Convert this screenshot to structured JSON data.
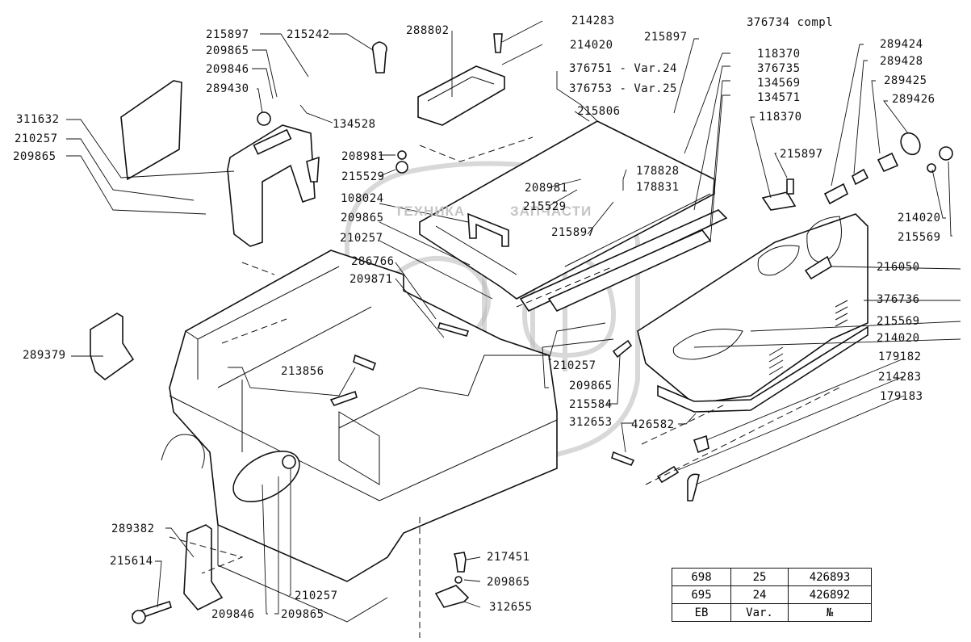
{
  "diagram": {
    "type": "exploded-parts-diagram",
    "watermark": {
      "text_left": "ТЕХНИКА",
      "text_right": "ЗАПЧАСТИ",
      "logo_letters": "ЭПФ"
    },
    "labels": {
      "l215897a": "215897",
      "l215242": "215242",
      "l209865a": "209865",
      "l209846a": "209846",
      "l289430": "289430",
      "l134528": "134528",
      "l311632": "311632",
      "l210257a": "210257",
      "l209865b": "209865",
      "l288802": "288802",
      "l214283a": "214283",
      "l214020a": "214020",
      "l376751": "376751 - Var.24",
      "l376753": "376753 - Var.25",
      "l215806": "215806",
      "l208981a": "208981",
      "l215529a": "215529",
      "l208981b": "208981",
      "l215529b": "215529",
      "l178828": "178828",
      "l178831": "178831",
      "l108024": "108024",
      "l209865c": "209865",
      "l215897b": "215897",
      "l210257b": "210257",
      "l286766": "286766",
      "l209871": "209871",
      "l215897c": "215897",
      "l376734": "376734 compl",
      "l118370a": "118370",
      "l376735": "376735",
      "l134569": "134569",
      "l134571": "134571",
      "l118370b": "118370",
      "l215897d": "215897",
      "l289424": "289424",
      "l289428": "289428",
      "l289425": "289425",
      "l289426": "289426",
      "l214020b": "214020",
      "l215569a": "215569",
      "l216050": "216050",
      "l376736": "376736",
      "l215569b": "215569",
      "l214020c": "214020",
      "l179182": "179182",
      "l214283b": "214283",
      "l179183": "179183",
      "l210257c": "210257",
      "l209865d": "209865",
      "l215584": "215584",
      "l312653": "312653",
      "l426582": "426582",
      "l289379": "289379",
      "l213856": "213856",
      "l289382": "289382",
      "l215614": "215614",
      "l210257d": "210257",
      "l209846b": "209846",
      "l209865e": "209865",
      "l217451": "217451",
      "l209865f": "209865",
      "l312655": "312655"
    },
    "variant_table": {
      "rows": [
        {
          "eb": "698",
          "var": "25",
          "no": "426893"
        },
        {
          "eb": "695",
          "var": "24",
          "no": "426892"
        },
        {
          "eb": "EB",
          "var": "Var.",
          "no": "№"
        }
      ]
    }
  }
}
